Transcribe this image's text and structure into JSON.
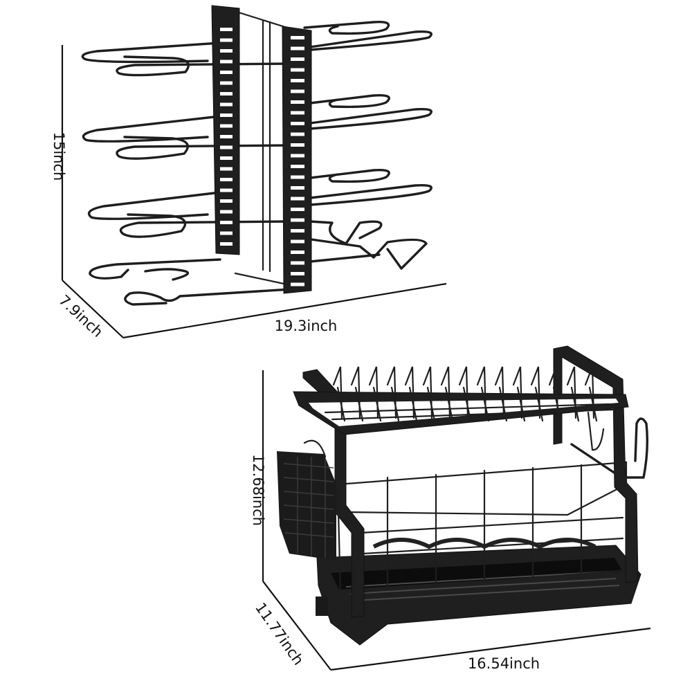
{
  "products": [
    {
      "name": "",
      "dimensions": {
        "height": "15inch",
        "depth": "7.9inch",
        "width": "19.3inch"
      }
    },
    {
      "name": "",
      "dimensions": {
        "height": "12.68inch",
        "depth": "11.77inch",
        "width": "16.54inch"
      }
    }
  ],
  "colors": {
    "background": "#ffffff",
    "metal": "#1e1e1e",
    "line": "#111111"
  }
}
